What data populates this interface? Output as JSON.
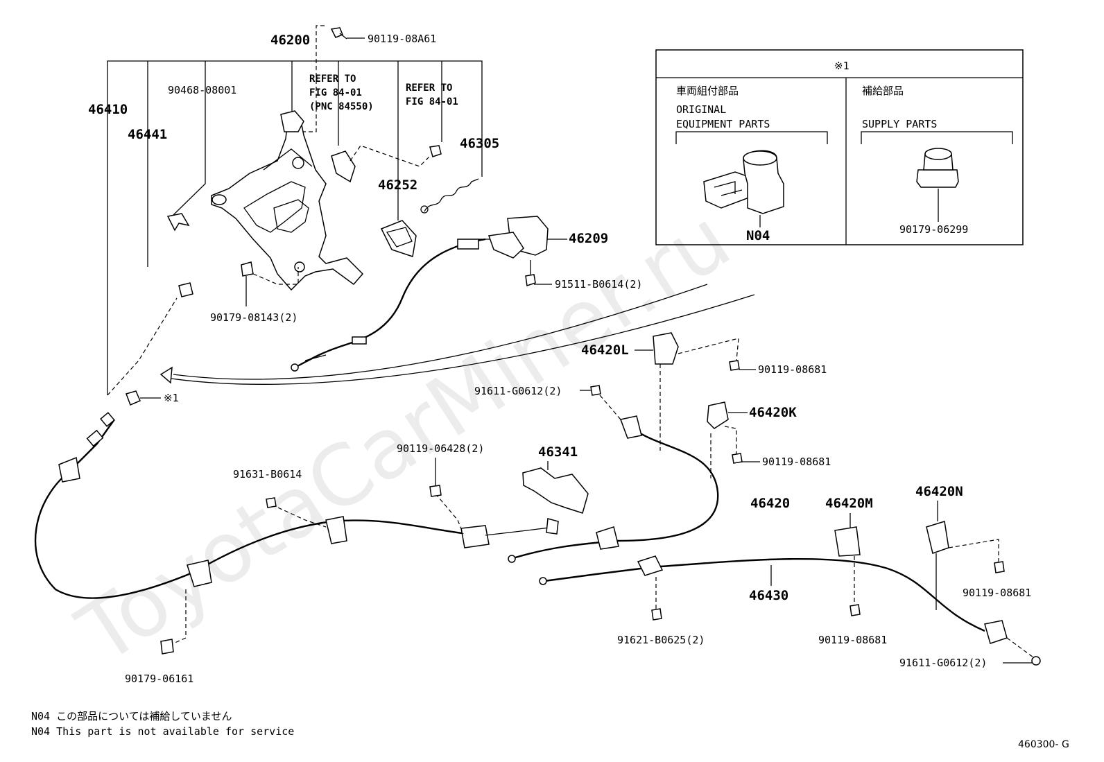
{
  "watermark": "ToyotaCarMiner.ru",
  "labels": {
    "p46200": "46200",
    "p46410": "46410",
    "p46441": "46441",
    "p90468": "90468-08001",
    "p90119_08A61": "90119-08A61",
    "refer1_line1": "REFER TO",
    "refer1_line2": "FIG 84-01",
    "refer1_line3": "(PNC 84550)",
    "refer2_line1": "REFER TO",
    "refer2_line2": "FIG 84-01",
    "p46305": "46305",
    "p46252": "46252",
    "p46209": "46209",
    "p91511": "91511-B0614(2)",
    "p90179_08143": "90179-08143(2)",
    "p46420L": "46420L",
    "p90119_08681_a": "90119-08681",
    "p91611_a": "91611-G0612(2)",
    "star1": "※1",
    "p46420K": "46420K",
    "p90119_08681_b": "90119-08681",
    "p90119_06428": "90119-06428(2)",
    "p46341": "46341",
    "p91631": "91631-B0614",
    "p46420": "46420",
    "p46420M": "46420M",
    "p46420N": "46420N",
    "p46430": "46430",
    "p90119_08681_c": "90119-08681",
    "p90119_08681_d": "90119-08681",
    "p91621": "91621-B0625(2)",
    "p91611_b": "91611-G0612(2)",
    "p90179_06161": "90179-06161"
  },
  "inset": {
    "header": "※1",
    "left_title_jp": "車両組付部品",
    "left_title_en1": "ORIGINAL",
    "left_title_en2": "EQUIPMENT PARTS",
    "left_code": "N04",
    "right_title_jp": "補給部品",
    "right_title_en": "SUPPLY PARTS",
    "right_part": "90179-06299"
  },
  "notes": {
    "line1": "N04 この部品については補給していません",
    "line2": "N04 This part is not available for service"
  },
  "figure_code": "460300- G"
}
